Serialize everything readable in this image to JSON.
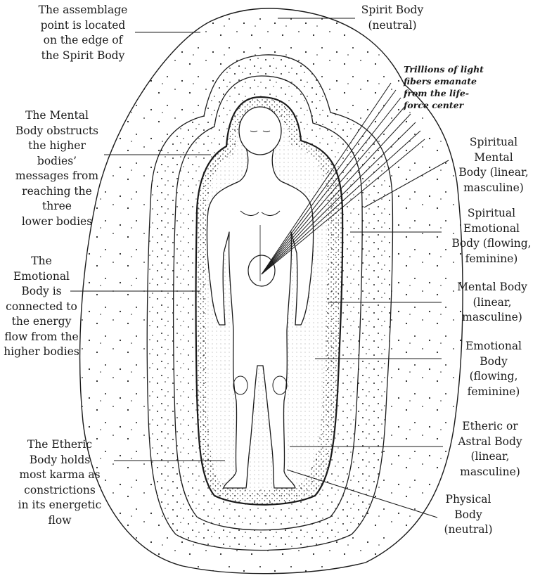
{
  "labels": {
    "assemblage_point": "The assemblage\npoint is located\non the edge of\nthe Spirit Body",
    "spirit_body": "Spirit Body\n(neutral)",
    "light_fibers": "Trillions of light\nfibers emanate\nfrom the life-\nforce center",
    "mental_obstructs": "The Mental\nBody obstructs\nthe higher\nbodies’\nmessages from\nreaching the\nthree\nlower bodies",
    "spiritual_mental": "Spiritual\nMental\nBody (linear,\nmasculine)",
    "spiritual_emotional": "Spiritual\nEmotional\nBody (flowing,\nfeminine)",
    "emotional_connected": "The\nEmotional\nBody is\nconnected to\nthe energy\nflow from the\nhigher bodies",
    "mental_body": "Mental Body\n(linear,\nmasculine)",
    "emotional_body": "Emotional\nBody\n(flowing,\nfeminine)",
    "etheric_holds": "The Etheric\nBody holds\nmost karma as\nconstrictions\nin its energetic\nflow",
    "etheric_astral": "Etheric or\nAstral Body\n(linear,\nmasculine)",
    "physical_body": "Physical\nBody\n(neutral)"
  }
}
